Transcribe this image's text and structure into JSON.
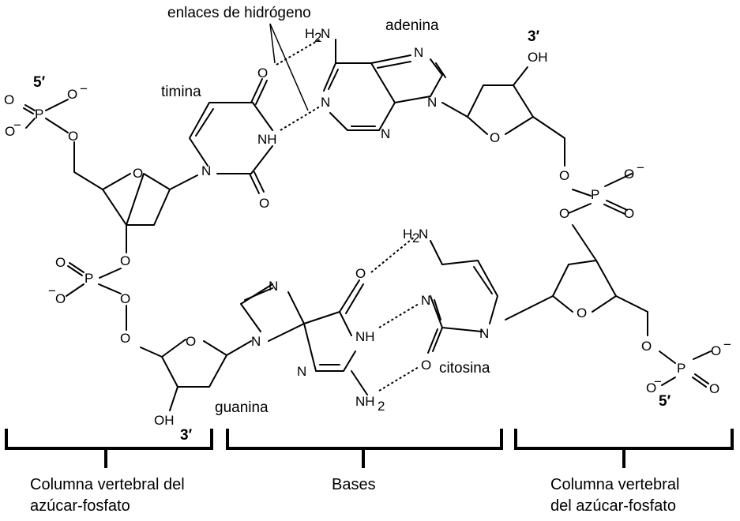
{
  "labels": {
    "hydrogen_bonds": "enlaces de hidrógeno",
    "thymine": "timina",
    "adenine": "adenina",
    "guanine": "guanina",
    "cytosine": "citosina",
    "five_prime": "5′",
    "three_prime": "3′"
  },
  "atoms": {
    "O": "O",
    "P": "P",
    "N": "N",
    "NH": "NH",
    "OH": "OH",
    "H2N_H": "H",
    "sub_2": "2",
    "sub_N": "N",
    "NH2_NH": "NH",
    "neg": "−"
  },
  "captions": {
    "left_line1": "Columna vertebral del",
    "left_line2": "azúcar-fosfato",
    "middle": "Bases",
    "right_line1": "Columna vertebral",
    "right_line2": "del azúcar-fosfato"
  }
}
